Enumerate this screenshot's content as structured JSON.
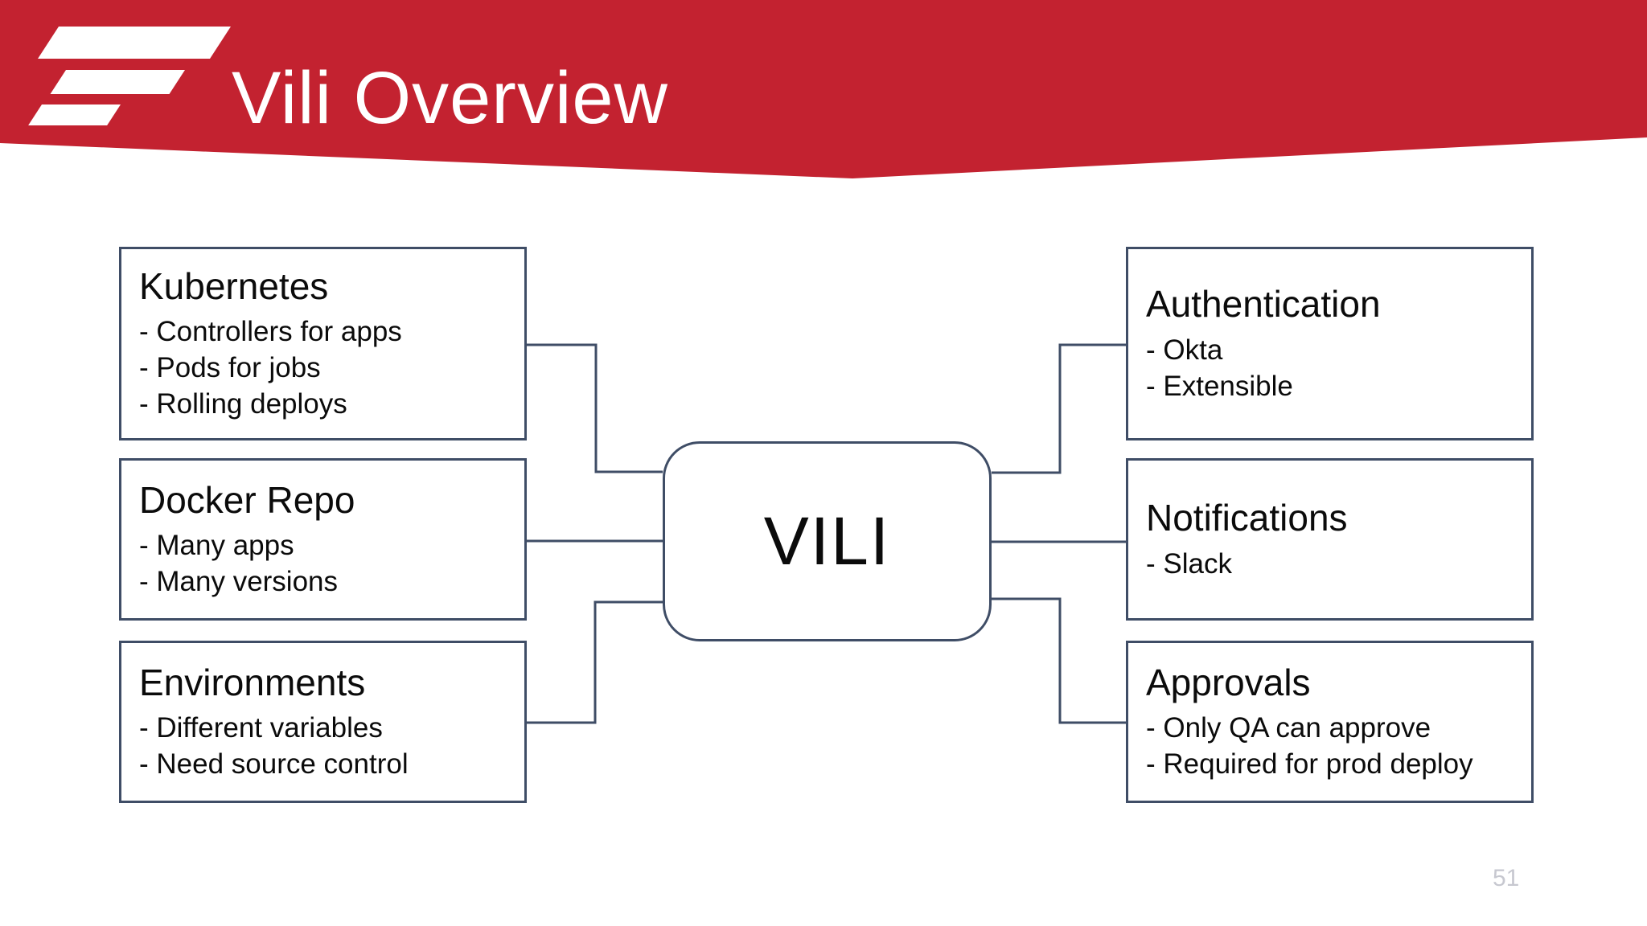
{
  "header": {
    "title": "Vili Overview",
    "logo": "three-slanted-stripes"
  },
  "center": {
    "label": "VILI"
  },
  "left_boxes": [
    {
      "title": "Kubernetes",
      "bullets": [
        "- Controllers for apps",
        "- Pods for jobs",
        "- Rolling deploys"
      ]
    },
    {
      "title": "Docker Repo",
      "bullets": [
        "- Many apps",
        "- Many versions"
      ]
    },
    {
      "title": "Environments",
      "bullets": [
        "- Different variables",
        "- Need source control"
      ]
    }
  ],
  "right_boxes": [
    {
      "title": "Authentication",
      "bullets": [
        "- Okta",
        "- Extensible"
      ]
    },
    {
      "title": "Notifications",
      "bullets": [
        "- Slack"
      ]
    },
    {
      "title": "Approvals",
      "bullets": [
        "- Only QA can approve",
        "- Required for prod deploy"
      ]
    }
  ],
  "footer": {
    "page_number": "51"
  },
  "colors": {
    "banner": "#c32230",
    "box_border": "#3f4d66",
    "connector": "#3f4d66",
    "page_number": "#c7c8d0"
  }
}
